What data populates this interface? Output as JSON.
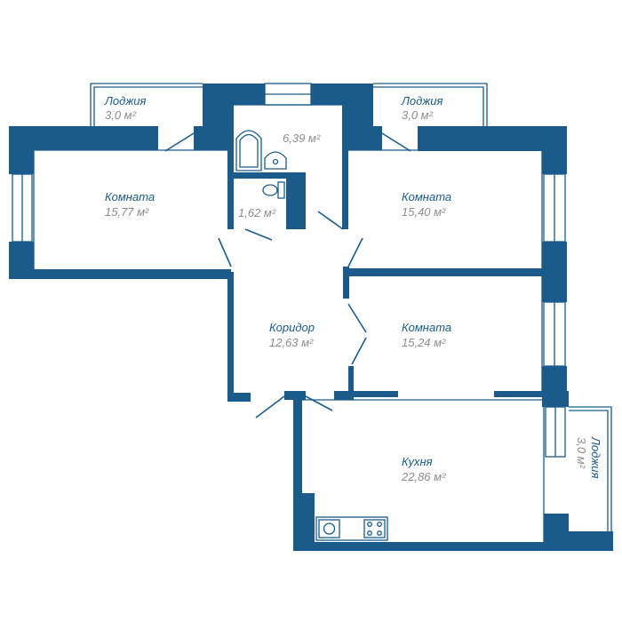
{
  "colors": {
    "wall": "#1a5b8c",
    "name_text": "#1a5b8c",
    "area_text": "#8c8c8c",
    "background": "#ffffff"
  },
  "rooms": {
    "loggia_top_left": {
      "name": "Лоджия",
      "area": "3,0 м²"
    },
    "loggia_top_right": {
      "name": "Лоджия",
      "area": "3,0 м²"
    },
    "loggia_right": {
      "name": "Лоджия",
      "area": "3,0 м²"
    },
    "bathroom": {
      "name": "",
      "area": "6,39 м²"
    },
    "toilet": {
      "name": "",
      "area": "1,62 м²"
    },
    "room_left": {
      "name": "Комната",
      "area": "15,77 м²"
    },
    "room_right_top": {
      "name": "Комната",
      "area": "15,40 м²"
    },
    "room_right_mid": {
      "name": "Комната",
      "area": "15,24 м²"
    },
    "corridor": {
      "name": "Коридор",
      "area": "12,63 м²"
    },
    "kitchen": {
      "name": "Кухня",
      "area": "22,86 м²"
    }
  },
  "fixtures": [
    "bathtub-icon",
    "sink-icon",
    "toilet-icon",
    "kitchen-sink-icon",
    "stove-icon"
  ]
}
